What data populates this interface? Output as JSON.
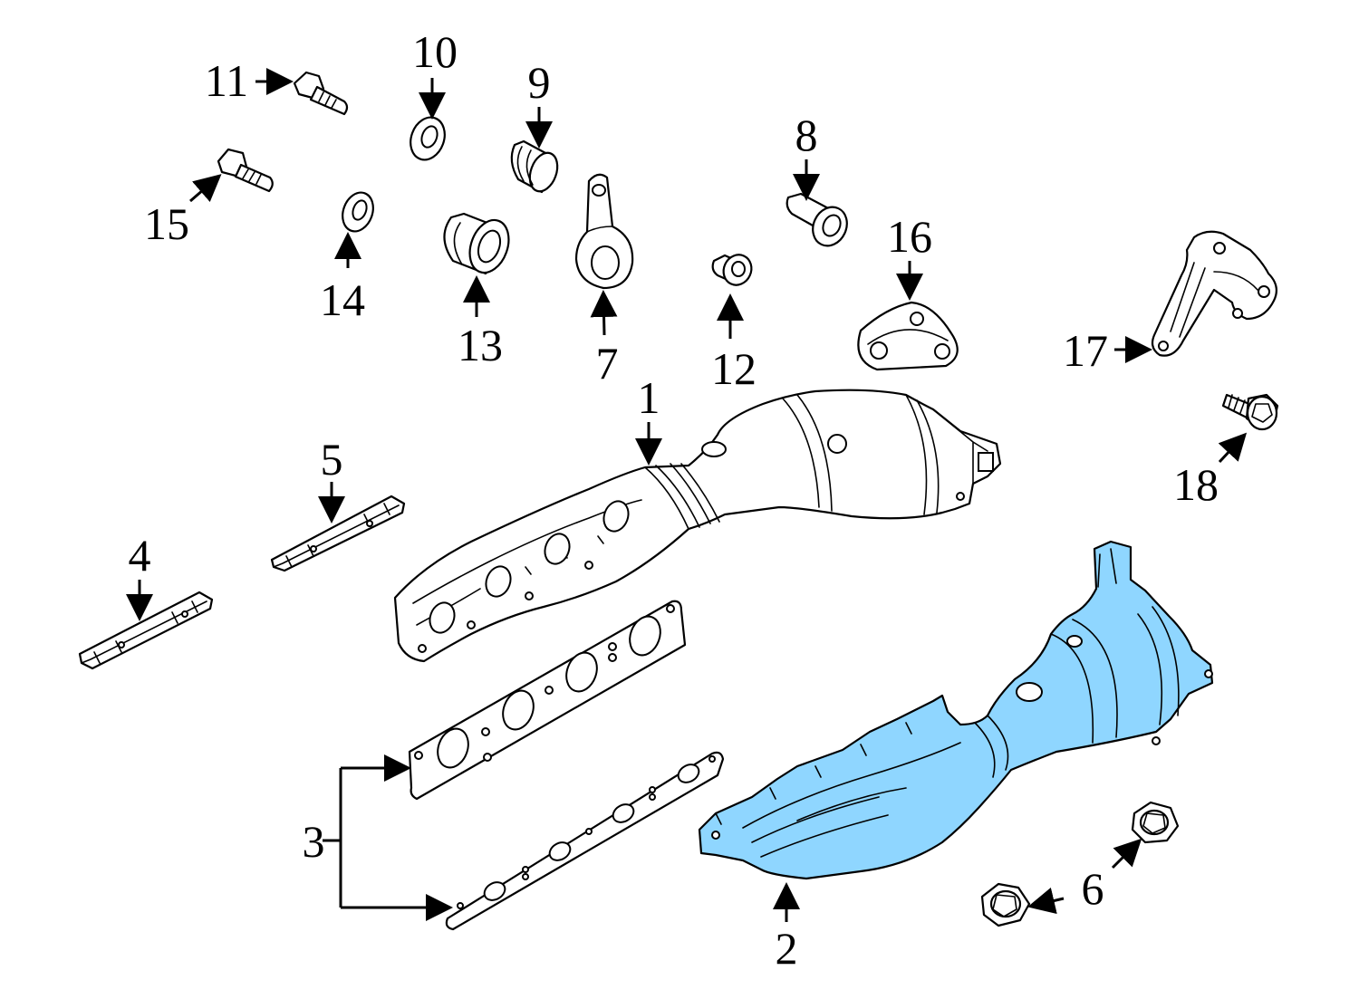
{
  "colors": {
    "highlight": "#8fd6ff",
    "line": "#000000",
    "background": "#ffffff"
  },
  "callouts": {
    "c1": "1",
    "c2": "2",
    "c3": "3",
    "c4": "4",
    "c5": "5",
    "c6": "6",
    "c7": "7",
    "c8": "8",
    "c9": "9",
    "c10": "10",
    "c11": "11",
    "c12": "12",
    "c13": "13",
    "c14": "14",
    "c15": "15",
    "c16": "16",
    "c17": "17",
    "c18": "18"
  },
  "highlighted_part": "2"
}
